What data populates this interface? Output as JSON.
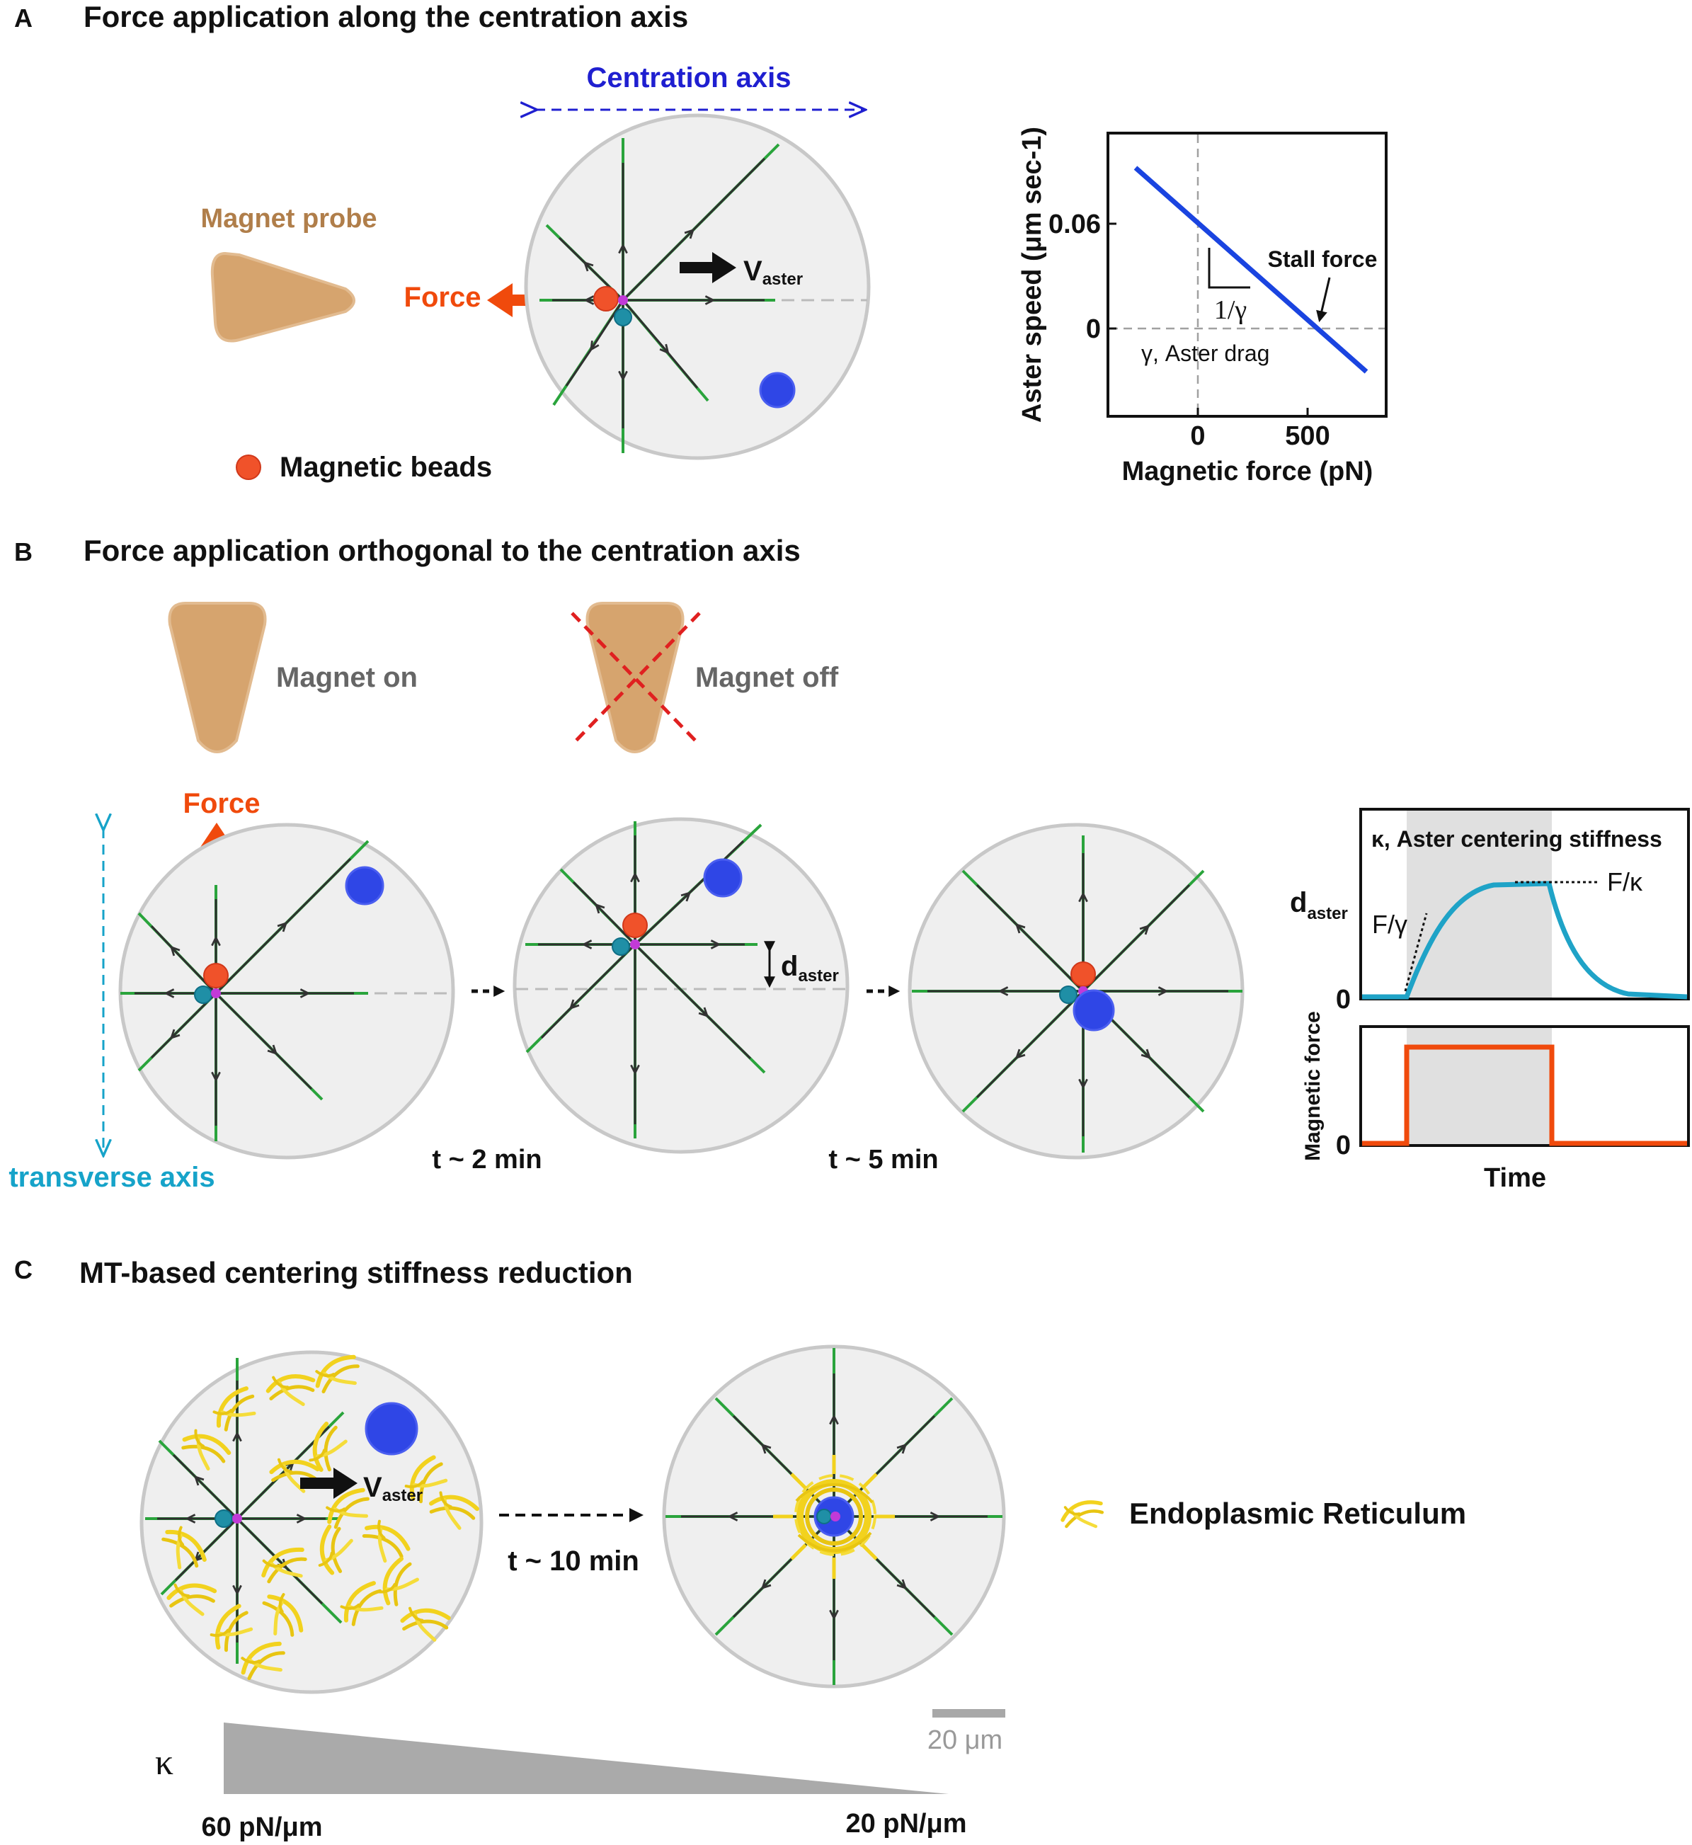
{
  "panel_a": {
    "letter": "A",
    "title": "Force application along the centration axis",
    "centration_axis": "Centration axis",
    "magnet_probe": "Magnet probe",
    "force": "Force",
    "v_main": "V",
    "v_sub": "aster",
    "beads_legend": "Magnetic beads"
  },
  "panel_b": {
    "letter": "B",
    "title": "Force application orthogonal to the centration axis",
    "magnet_on": "Magnet on",
    "magnet_off": "Magnet off",
    "force": "Force",
    "transverse_axis": "transverse axis",
    "d_main": "d",
    "d_sub": "aster",
    "t1": "t ~ 2 min",
    "t2": "t ~ 5 min"
  },
  "panel_c": {
    "letter": "C",
    "title": "MT-based centering stiffness reduction",
    "v_main": "V",
    "v_sub": "aster",
    "time": "t ~ 10 min",
    "er_legend": "Endoplasmic Reticulum",
    "scale_bar": "20 μm",
    "kappa": "κ",
    "k_high": "60 pN/μm",
    "k_low": "20 pN/μm"
  },
  "graph_a": {
    "ylabel": "Aster speed (μm sec-1)",
    "xlabel": "Magnetic force (pN)",
    "ytick_1": "0.06",
    "ytick_0": "0",
    "xtick_0": "0",
    "xtick_1": "500",
    "stall_force": "Stall force",
    "slope": "1/γ",
    "drag": "γ, Aster drag"
  },
  "graph_b": {
    "stiffness": "κ, Aster centering stiffness",
    "d_main": "d",
    "d_sub": "aster",
    "f_gamma": "F/γ",
    "f_kappa": "F/κ",
    "zero_top": "0",
    "zero_bottom": "0",
    "ylabel_bottom": "Magnetic force",
    "xlabel": "Time"
  },
  "colors": {
    "magnet": "#d6a46e",
    "force_arrow": "#f04a0c",
    "bead": "#f0522a",
    "nucleus": "#2f46e6",
    "centration_axis": "#1f1fd0",
    "transverse_axis": "#16a3c9",
    "microtubule": "#2aa43c",
    "graph_line_a": "#1a44e0",
    "graph_line_b": "#1fa3c7",
    "graph_force_b": "#f04a0c",
    "er": "#f2d21e"
  }
}
